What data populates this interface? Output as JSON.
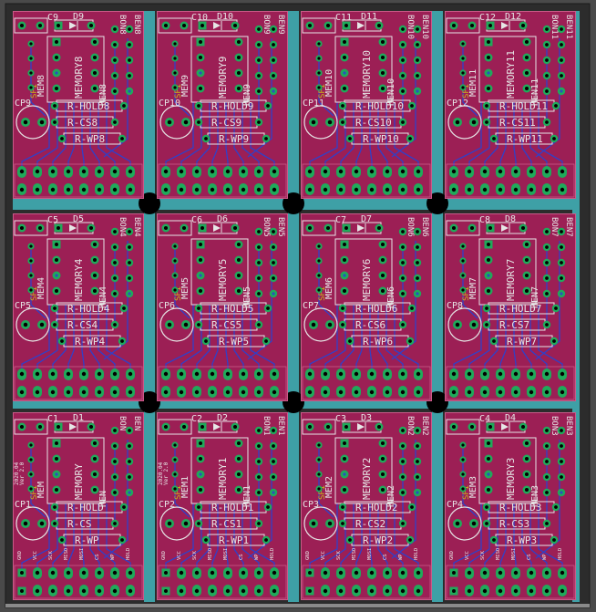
{
  "colors": {
    "background": "#4a4a4a",
    "board_fill": "#9c1f55",
    "rail_fill": "#3ea0a6",
    "silkscreen": "#e6e6e6",
    "pad_green": "#1faa5a",
    "via_blue": "#2b4fbf",
    "hole_black": "#000000",
    "trace_blue": "#3040c8",
    "label_yellow": "#c9b11a"
  },
  "modules": [
    {
      "id": "m8",
      "row": 0,
      "col": 0,
      "cap": "C9",
      "diode": "D9",
      "bon": "BON8",
      "ben": "BEN8",
      "mem": "MEM8",
      "memory": "MEMORY8",
      "hen": "HEN8",
      "cp": "CP9",
      "cs": "R-CS8",
      "wp": "R-WP8",
      "hold": "R-HOLD8"
    },
    {
      "id": "m9",
      "row": 0,
      "col": 1,
      "cap": "C10",
      "diode": "D10",
      "bon": "BON9",
      "ben": "BEN9",
      "mem": "MEM9",
      "memory": "MEMORY9",
      "hen": "HEN9",
      "cp": "CP10",
      "cs": "R-CS9",
      "wp": "R-WP9",
      "hold": "R-HOLD9"
    },
    {
      "id": "m10",
      "row": 0,
      "col": 2,
      "cap": "C11",
      "diode": "D11",
      "bon": "BON10",
      "ben": "BEN10",
      "mem": "MEM10",
      "memory": "MEMORY10",
      "hen": "HEN10",
      "cp": "CP11",
      "cs": "R-CS10",
      "wp": "R-WP10",
      "hold": "R-HOLD10"
    },
    {
      "id": "m11",
      "row": 0,
      "col": 3,
      "cap": "C12",
      "diode": "D12",
      "bon": "BON11",
      "ben": "BEN11",
      "mem": "MEM11",
      "memory": "MEMORY11",
      "hen": "HEN11",
      "cp": "CP12",
      "cs": "R-CS11",
      "wp": "R-WP11",
      "hold": "R-HOLD11"
    },
    {
      "id": "m4",
      "row": 1,
      "col": 0,
      "cap": "C5",
      "diode": "D5",
      "bon": "BON4",
      "ben": "BEN4",
      "mem": "MEM4",
      "memory": "MEMORY4",
      "hen": "HEN4",
      "cp": "CP5",
      "cs": "R-CS4",
      "wp": "R-WP4",
      "hold": "R-HOLD4"
    },
    {
      "id": "m5",
      "row": 1,
      "col": 1,
      "cap": "C6",
      "diode": "D6",
      "bon": "BON5",
      "ben": "BEN5",
      "mem": "MEM5",
      "memory": "MEMORY5",
      "hen": "HEN5",
      "cp": "CP6",
      "cs": "R-CS5",
      "wp": "R-WP5",
      "hold": "R-HOLD5"
    },
    {
      "id": "m6",
      "row": 1,
      "col": 2,
      "cap": "C7",
      "diode": "D7",
      "bon": "BON6",
      "ben": "BEN6",
      "mem": "MEM6",
      "memory": "MEMORY6",
      "hen": "HEN6",
      "cp": "CP7",
      "cs": "R-CS6",
      "wp": "R-WP6",
      "hold": "R-HOLD6"
    },
    {
      "id": "m7",
      "row": 1,
      "col": 3,
      "cap": "C8",
      "diode": "D8",
      "bon": "BON7",
      "ben": "BEN7",
      "mem": "MEM7",
      "memory": "MEMORY7",
      "hen": "HEN7",
      "cp": "CP8",
      "cs": "R-CS7",
      "wp": "R-WP7",
      "hold": "R-HOLD7"
    },
    {
      "id": "m0",
      "row": 2,
      "col": 0,
      "cap": "C1",
      "diode": "D1",
      "bon": "BON",
      "ben": "BEN",
      "mem": "MEM",
      "memory": "MEMORY",
      "hen": "HEN",
      "cp": "CP1",
      "cs": "R-CS",
      "wp": "R-WP",
      "hold": "R-HOLD",
      "date": "2020.04",
      "version": "Ver 2.0"
    },
    {
      "id": "m1",
      "row": 2,
      "col": 1,
      "cap": "C2",
      "diode": "D2",
      "bon": "BON1",
      "ben": "BEN1",
      "mem": "MEM1",
      "memory": "MEMORY1",
      "hen": "HEN1",
      "cp": "CP2",
      "cs": "R-CS1",
      "wp": "R-WP1",
      "hold": "R-HOLD1",
      "date": "2020.04",
      "version": "Ver 2.0"
    },
    {
      "id": "m2",
      "row": 2,
      "col": 2,
      "cap": "C3",
      "diode": "D3",
      "bon": "BON2",
      "ben": "BEN2",
      "mem": "MEM2",
      "memory": "MEMORY2",
      "hen": "HEN2",
      "cp": "CP3",
      "cs": "R-CS2",
      "wp": "R-WP2",
      "hold": "R-HOLD2"
    },
    {
      "id": "m3",
      "row": 2,
      "col": 3,
      "cap": "C4",
      "diode": "D4",
      "bon": "BON3",
      "ben": "BEN3",
      "mem": "MEM3",
      "memory": "MEMORY3",
      "hen": "HEN3",
      "cp": "CP4",
      "cs": "R-CS3",
      "wp": "R-WP3",
      "hold": "R-HOLD3"
    }
  ],
  "pin_labels": [
    "GND",
    "VCC",
    "SCK",
    "MISO",
    "MOSI",
    "CS",
    "WP",
    "HOLD"
  ]
}
